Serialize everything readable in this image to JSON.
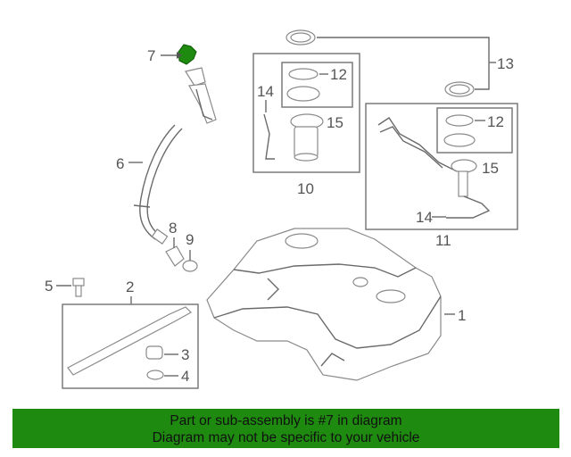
{
  "callouts": {
    "c1": "1",
    "c2": "2",
    "c3": "3",
    "c4": "4",
    "c5": "5",
    "c6": "6",
    "c7": "7",
    "c8": "8",
    "c9": "9",
    "c10": "10",
    "c11": "11",
    "c12a": "12",
    "c12b": "12",
    "c13": "13",
    "c14a": "14",
    "c14b": "14",
    "c15a": "15",
    "c15b": "15"
  },
  "colors": {
    "highlight_part": "#1e8a10",
    "banner_bg": "#1e8a10"
  },
  "banner": {
    "line1": "Part or sub-assembly is #7 in diagram",
    "line2": "Diagram may not be specific to your vehicle"
  }
}
